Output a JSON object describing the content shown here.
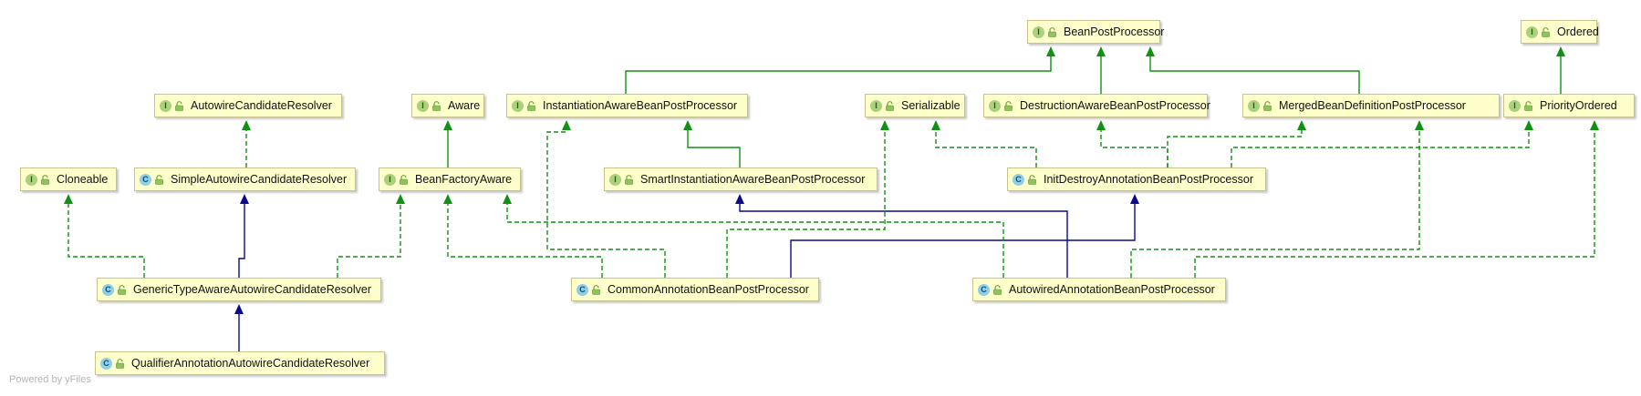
{
  "diagram": {
    "watermark": "Powered by yFiles",
    "colors": {
      "realization": "#119111",
      "extension": "#0a0a8c",
      "node_fill": "#ffffcc",
      "interface_badge": "#a9d37a",
      "class_badge": "#8ccfe8"
    },
    "nodes": [
      {
        "id": "bpp",
        "name": "BeanPostProcessor",
        "kind": "interface",
        "kind_letter": "I"
      },
      {
        "id": "ordered",
        "name": "Ordered",
        "kind": "interface",
        "kind_letter": "I"
      },
      {
        "id": "acr",
        "name": "AutowireCandidateResolver",
        "kind": "interface",
        "kind_letter": "I"
      },
      {
        "id": "aware",
        "name": "Aware",
        "kind": "interface",
        "kind_letter": "I"
      },
      {
        "id": "iabpp",
        "name": "InstantiationAwareBeanPostProcessor",
        "kind": "interface",
        "kind_letter": "I"
      },
      {
        "id": "serializable",
        "name": "Serializable",
        "kind": "interface",
        "kind_letter": "I"
      },
      {
        "id": "dabpp",
        "name": "DestructionAwareBeanPostProcessor",
        "kind": "interface",
        "kind_letter": "I"
      },
      {
        "id": "mbdpp",
        "name": "MergedBeanDefinitionPostProcessor",
        "kind": "interface",
        "kind_letter": "I"
      },
      {
        "id": "po",
        "name": "PriorityOrdered",
        "kind": "interface",
        "kind_letter": "I"
      },
      {
        "id": "cloneable",
        "name": "Cloneable",
        "kind": "interface",
        "kind_letter": "I"
      },
      {
        "id": "sacr",
        "name": "SimpleAutowireCandidateResolver",
        "kind": "class",
        "kind_letter": "C"
      },
      {
        "id": "bfa",
        "name": "BeanFactoryAware",
        "kind": "interface",
        "kind_letter": "I"
      },
      {
        "id": "siabpp",
        "name": "SmartInstantiationAwareBeanPostProcessor",
        "kind": "interface",
        "kind_letter": "I"
      },
      {
        "id": "idabpp",
        "name": "InitDestroyAnnotationBeanPostProcessor",
        "kind": "class",
        "kind_letter": "C"
      },
      {
        "id": "gtaacr",
        "name": "GenericTypeAwareAutowireCandidateResolver",
        "kind": "class",
        "kind_letter": "C"
      },
      {
        "id": "cabpp",
        "name": "CommonAnnotationBeanPostProcessor",
        "kind": "class",
        "kind_letter": "C"
      },
      {
        "id": "aabpp",
        "name": "AutowiredAnnotationBeanPostProcessor",
        "kind": "class",
        "kind_letter": "C"
      },
      {
        "id": "qaacr",
        "name": "QualifierAnnotationAutowireCandidateResolver",
        "kind": "class",
        "kind_letter": "C"
      }
    ],
    "edges": [
      {
        "from": "iabpp",
        "to": "bpp",
        "type": "extends-interface"
      },
      {
        "from": "dabpp",
        "to": "bpp",
        "type": "extends-interface"
      },
      {
        "from": "mbdpp",
        "to": "bpp",
        "type": "extends-interface"
      },
      {
        "from": "po",
        "to": "ordered",
        "type": "extends-interface"
      },
      {
        "from": "sacr",
        "to": "acr",
        "type": "implements"
      },
      {
        "from": "bfa",
        "to": "aware",
        "type": "extends-interface"
      },
      {
        "from": "siabpp",
        "to": "iabpp",
        "type": "extends-interface"
      },
      {
        "from": "idabpp",
        "to": "serializable",
        "type": "implements"
      },
      {
        "from": "idabpp",
        "to": "dabpp",
        "type": "implements"
      },
      {
        "from": "idabpp",
        "to": "mbdpp",
        "type": "implements"
      },
      {
        "from": "idabpp",
        "to": "po",
        "type": "implements"
      },
      {
        "from": "gtaacr",
        "to": "cloneable",
        "type": "implements"
      },
      {
        "from": "gtaacr",
        "to": "sacr",
        "type": "extends-class"
      },
      {
        "from": "gtaacr",
        "to": "bfa",
        "type": "implements"
      },
      {
        "from": "qaacr",
        "to": "gtaacr",
        "type": "extends-class"
      },
      {
        "from": "cabpp",
        "to": "bfa",
        "type": "implements"
      },
      {
        "from": "cabpp",
        "to": "iabpp",
        "type": "implements"
      },
      {
        "from": "cabpp",
        "to": "serializable",
        "type": "implements"
      },
      {
        "from": "cabpp",
        "to": "idabpp",
        "type": "extends-class"
      },
      {
        "from": "aabpp",
        "to": "bfa",
        "type": "implements"
      },
      {
        "from": "aabpp",
        "to": "siabpp",
        "type": "extends-class"
      },
      {
        "from": "aabpp",
        "to": "mbdpp",
        "type": "implements"
      },
      {
        "from": "aabpp",
        "to": "po",
        "type": "implements"
      }
    ]
  }
}
